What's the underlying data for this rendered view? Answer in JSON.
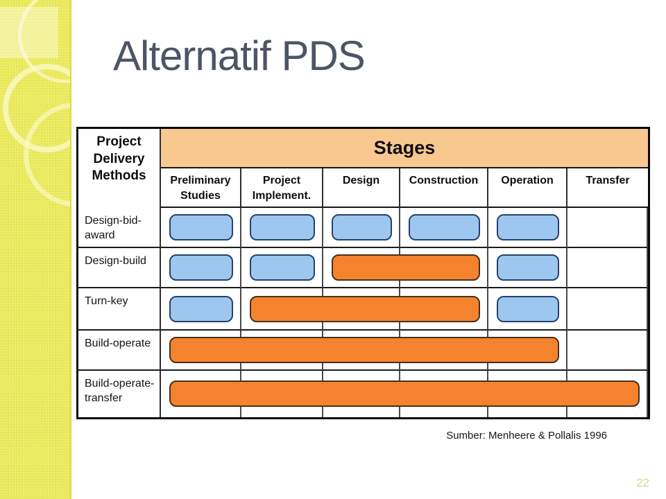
{
  "slide": {
    "title": "Alternatif PDS",
    "source": "Sumber: Menheere & Pollalis 1996",
    "page_number": "22"
  },
  "table": {
    "corner_header": "Project Delivery Methods",
    "stages_header": "Stages",
    "stage_columns": [
      "Preliminary Studies",
      "Project Implement.",
      "Design",
      "Construction",
      "Operation",
      "Transfer"
    ],
    "methods": [
      {
        "label": "Design-bid-award",
        "bars": [
          {
            "start": 0,
            "span": 1,
            "color": "blue"
          },
          {
            "start": 1,
            "span": 1,
            "color": "blue"
          },
          {
            "start": 2,
            "span": 1,
            "color": "blue"
          },
          {
            "start": 3,
            "span": 1,
            "color": "blue"
          },
          {
            "start": 4,
            "span": 1,
            "color": "blue"
          }
        ]
      },
      {
        "label": "Design-build",
        "bars": [
          {
            "start": 0,
            "span": 1,
            "color": "blue"
          },
          {
            "start": 1,
            "span": 1,
            "color": "blue"
          },
          {
            "start": 2,
            "span": 2,
            "color": "orange"
          },
          {
            "start": 4,
            "span": 1,
            "color": "blue"
          }
        ]
      },
      {
        "label": "Turn-key",
        "bars": [
          {
            "start": 0,
            "span": 1,
            "color": "blue"
          },
          {
            "start": 1,
            "span": 3,
            "color": "orange"
          },
          {
            "start": 4,
            "span": 1,
            "color": "blue"
          }
        ]
      },
      {
        "label": "Build-operate",
        "bars": [
          {
            "start": 0,
            "span": 5,
            "color": "orange"
          }
        ]
      },
      {
        "label": "Build-operate-transfer",
        "bars": [
          {
            "start": 0,
            "span": 6,
            "color": "orange"
          }
        ]
      }
    ]
  },
  "colors": {
    "bar_blue": "#9EC7F0",
    "bar_orange": "#F5832D",
    "stages_header_bg": "#F8C890",
    "title_color": "#4C5565",
    "sidebar_yellow": "#EDED5A",
    "page_number_color": "#D6D68C"
  }
}
